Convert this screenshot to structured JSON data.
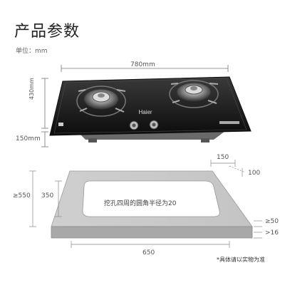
{
  "header": {
    "title": "产品参数",
    "unit": "单位：mm"
  },
  "product": {
    "brand": "Haier"
  },
  "stove": {
    "width": "780mm",
    "depth": "430mm",
    "height": "150mm"
  },
  "cutout": {
    "top_offset": "150",
    "right_top": "100",
    "left_outer": "≥550",
    "left_inner": "350",
    "right_mid": "≥50",
    "right_bottom": ">16",
    "bottom_width": "650",
    "corner_note": "挖孔四周的圆角半径为20"
  },
  "footer": {
    "note": "*具体请以实物为准"
  }
}
